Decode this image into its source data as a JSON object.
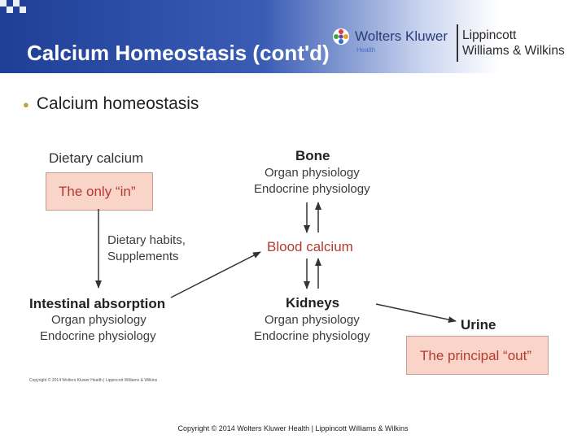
{
  "slide": {
    "title": "Calcium Homeostasis (cont'd)",
    "bullet": "Calcium homeostasis",
    "footer": "Copyright © 2014 Wolters Kluwer Health | Lippincott Williams & Wilkins"
  },
  "logo": {
    "publisher": "Wolters Kluwer",
    "sub_brand": "Health",
    "imprint_line1": "Lippincott",
    "imprint_line2": "Williams & Wilkins"
  },
  "diagram": {
    "dietary_calcium": "Dietary calcium",
    "only_in": "The only “in”",
    "dietary_habits": "Dietary habits,",
    "supplements": "Supplements",
    "intestinal_absorption": "Intestinal absorption",
    "intestine_organ": "Organ physiology",
    "intestine_endocrine": "Endocrine physiology",
    "bone": "Bone",
    "bone_organ": "Organ physiology",
    "bone_endocrine": "Endocrine physiology",
    "blood_calcium": "Blood calcium",
    "kidneys": "Kidneys",
    "kidneys_organ": "Organ physiology",
    "kidneys_endocrine": "Endocrine physiology",
    "urine": "Urine",
    "principal_out": "The principal “out”",
    "figure_copyright": "Copyright © 2014 Wolters Kluwer Health | Lippincott Williams & Wilkins"
  },
  "colors": {
    "header_blue": "#1f3f97",
    "box_fill": "#f8d4c9",
    "box_text_red": "#b53b30",
    "bullet_gold": "#b9a533"
  }
}
